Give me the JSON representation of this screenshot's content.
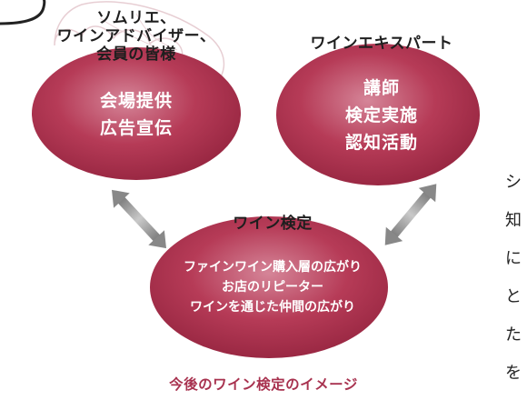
{
  "colors": {
    "ellipse": "#b03450",
    "ellipse_light": "#d8889c",
    "arrow": "#8c8c8c",
    "caption": "#a8324f",
    "leaf": "#e6c6cc"
  },
  "left_circle": {
    "title_lines": [
      "ソムリエ、",
      "ワインアドバイザー、",
      "会員の皆様"
    ],
    "body_lines": [
      "会場提供",
      "広告宣伝"
    ]
  },
  "right_circle": {
    "title": "ワインエキスパート",
    "body_lines": [
      "講師",
      "検定実施",
      "認知活動"
    ]
  },
  "bottom_circle": {
    "title": "ワイン検定",
    "body_lines": [
      "ファインワイン購入層の広がり",
      "お店のリピーター",
      "ワインを通じた仲間の広がり"
    ]
  },
  "caption": "今後のワイン検定のイメージ",
  "side_text": [
    "シ",
    "知",
    "に",
    "と",
    "た",
    "を"
  ],
  "icons": {
    "arrow": "double-headed-arrow-icon",
    "leaf": "grape-leaf-icon"
  }
}
